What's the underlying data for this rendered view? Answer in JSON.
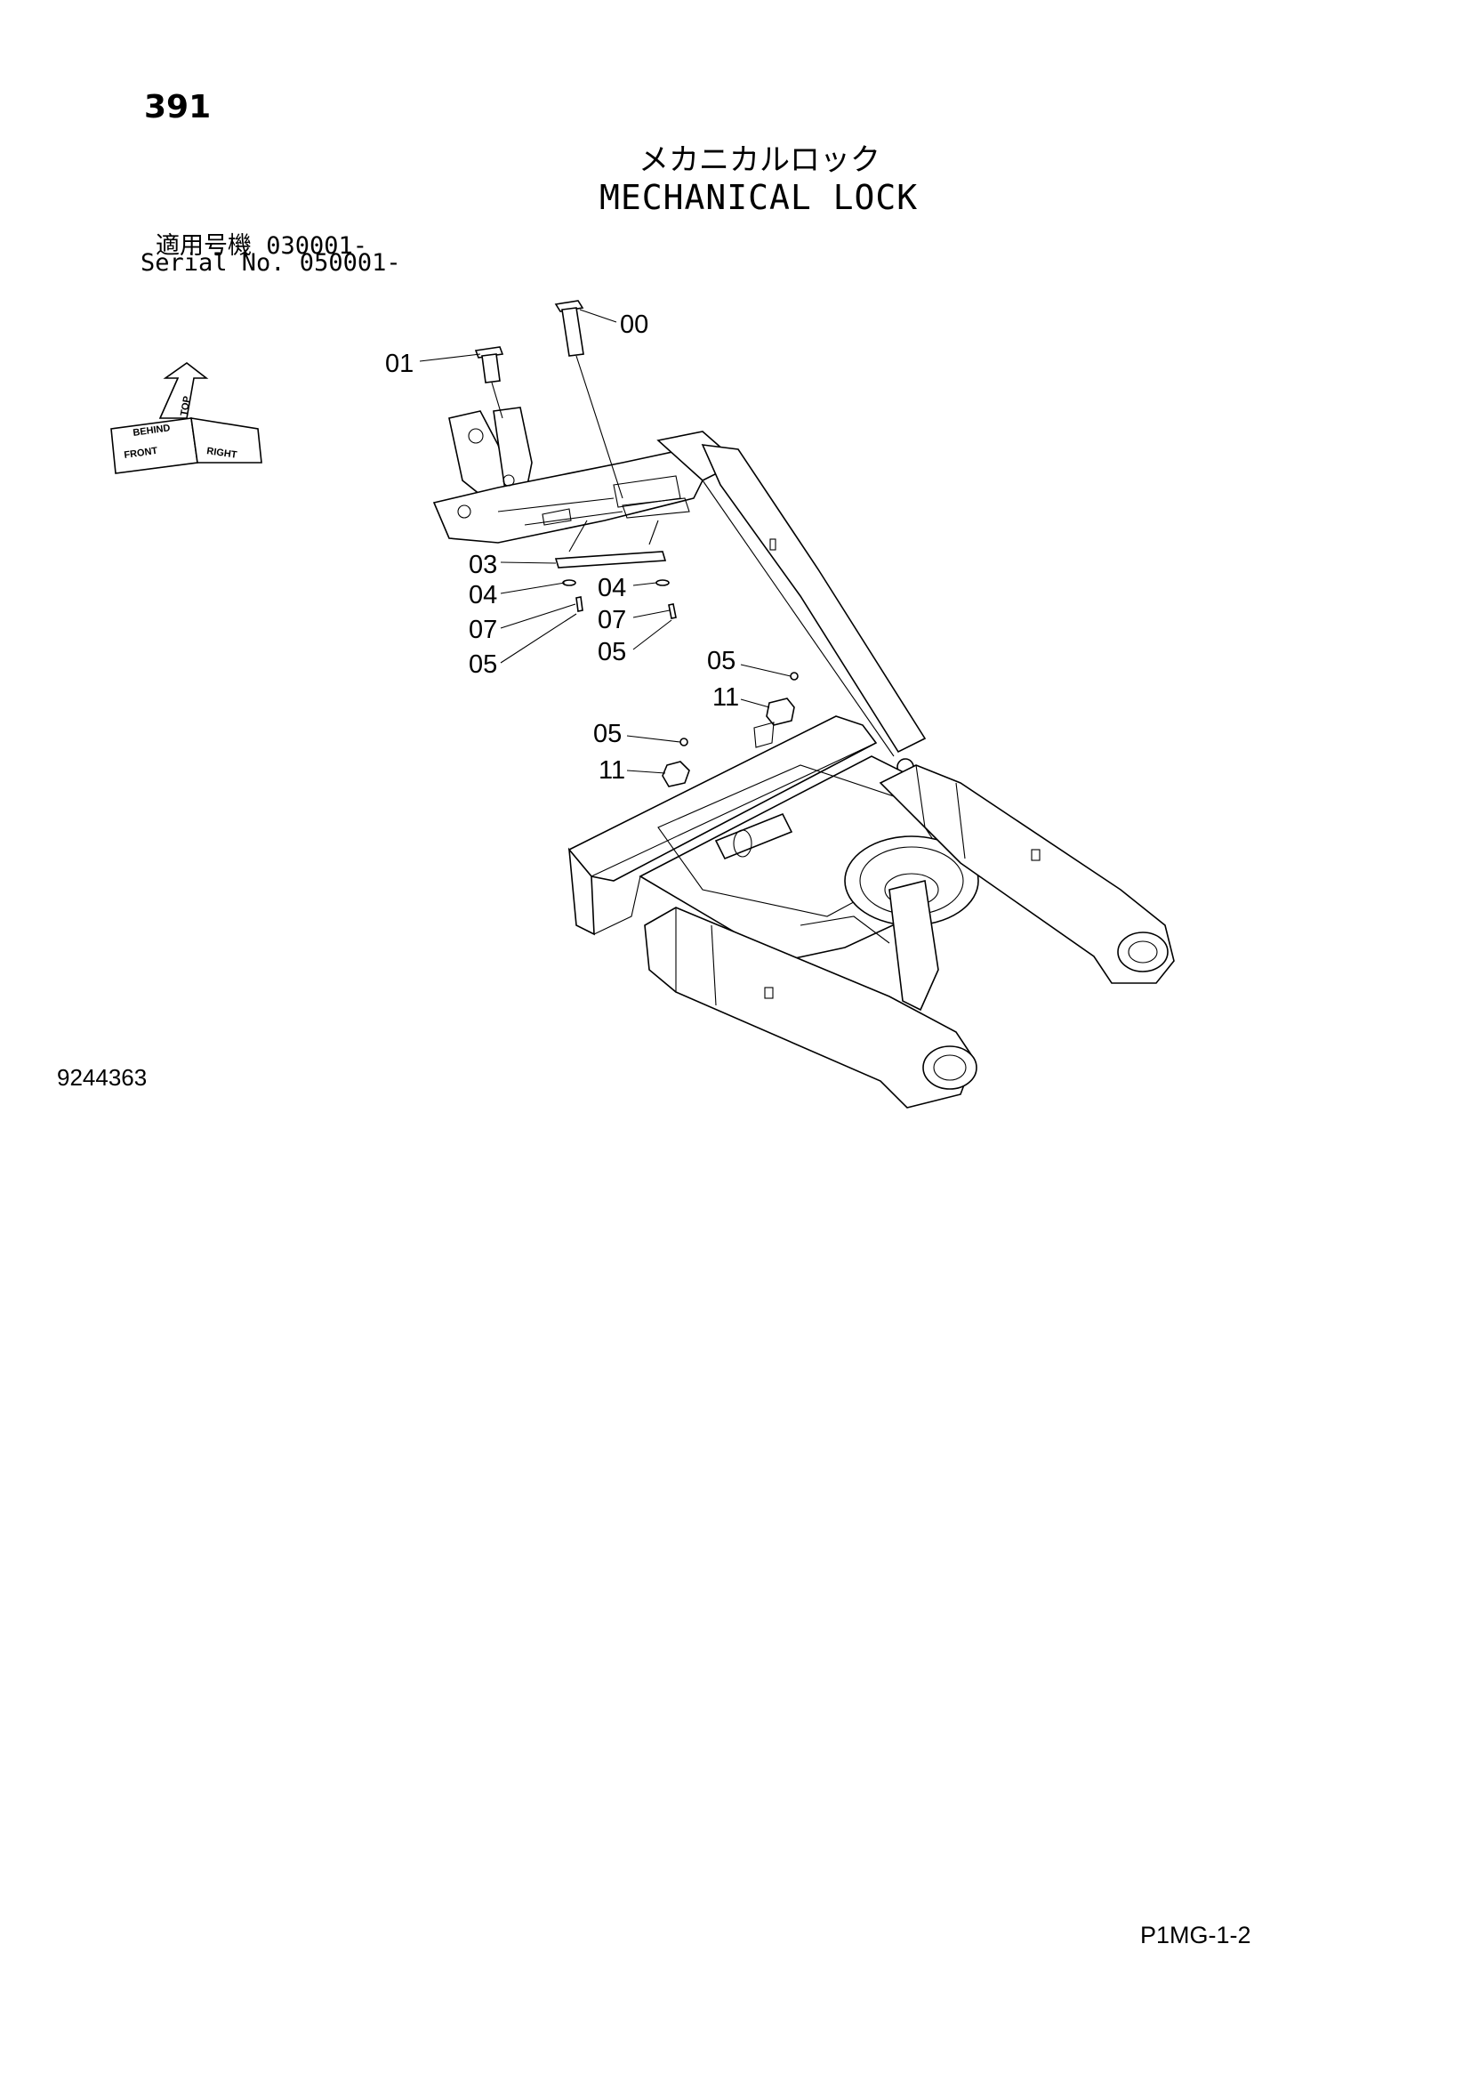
{
  "page_number": "391",
  "title": {
    "japanese": "メカニカルロック",
    "english": "MECHANICAL LOCK"
  },
  "serial": {
    "jp_line": "適用号機  030001-",
    "en_line": "Serial No. 050001-"
  },
  "orientation_indicator": {
    "top": "TOP",
    "front": "FRONT",
    "right": "RIGHT",
    "behind": "BEHIND"
  },
  "callouts": [
    "00",
    "01",
    "03",
    "04",
    "04",
    "07",
    "07",
    "05",
    "05",
    "05",
    "11",
    "05",
    "11"
  ],
  "drawing_number": "9244363",
  "page_code": "P1MG-1-2"
}
